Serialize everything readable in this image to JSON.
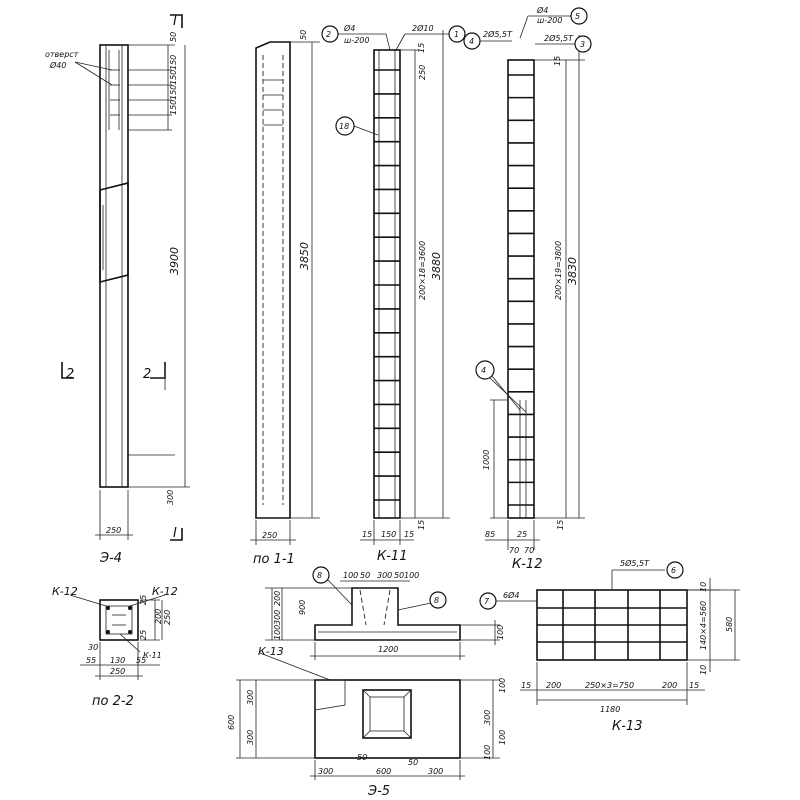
{
  "column_elevation": {
    "label": "Э-4",
    "hole_note": "отверст",
    "hole_size": "Ø40",
    "total_height": "3900",
    "bottom_dim": "300",
    "width": "250",
    "top_dims": [
      "50",
      "150",
      "150",
      "150",
      "150"
    ],
    "section_1": "I",
    "section_2": "2"
  },
  "section_1_1": {
    "label": "по 1-1",
    "height": "3850",
    "top": "50",
    "width": "250"
  },
  "cage_k11": {
    "label": "К-11",
    "callout_2": "2",
    "callout_2_text": "Ø4",
    "callout_2_sub": "ш-200",
    "callout_1": "1",
    "callout_1_text": "2Ø10",
    "callout_18": "18",
    "pitch": "200×18=3600",
    "height": "3880",
    "top": "250",
    "dim_15": "15",
    "width_dims": [
      "15",
      "150",
      "15"
    ]
  },
  "cage_k12": {
    "label": "К-12",
    "callout_5": "5",
    "callout_5_text": "Ø4",
    "callout_5_sub": "ш-200",
    "callout_4": "4",
    "callout_4_text": "2Ø5,5Т",
    "callout_3": "3",
    "callout_3_text": "2Ø5,5Т",
    "pitch": "200×19=3800",
    "height": "3830",
    "lower": "1000",
    "dim_15": "15",
    "width_dims": [
      "85",
      "25",
      "70",
      "70"
    ]
  },
  "section_2_2": {
    "label": "по 2-2",
    "k12_left": "К-12",
    "k12_right": "К-12",
    "k11": "К-11",
    "dims_right": [
      "25",
      "25",
      "200",
      "250"
    ],
    "dim_30": "30",
    "bottom_dims": [
      "55",
      "130",
      "55"
    ],
    "width": "250"
  },
  "footing_e5": {
    "label": "Э-5",
    "k13": "К-13",
    "callout_8a": "8",
    "callout_8b": "8",
    "top_dims": [
      "100",
      "50",
      "300",
      "50",
      "100"
    ],
    "height_left": "900",
    "height_parts": [
      "200",
      "300",
      "100"
    ],
    "base_right": "100",
    "length": "1200",
    "plan_600": "600",
    "plan_300a": "300",
    "plan_300b": "300",
    "plan_right": [
      "100",
      "300",
      "100",
      "100"
    ],
    "plan_bottom": [
      "300",
      "600",
      "300"
    ],
    "plan_50": [
      "50",
      "50"
    ]
  },
  "mesh_k13": {
    "label": "К-13",
    "callout_6": "6",
    "callout_6_text": "5Ø5,5Т",
    "callout_7": "7",
    "callout_7_text": "6Ø4",
    "right_dims": [
      "10",
      "140×4=560",
      "10"
    ],
    "height": "580",
    "bottom_dims": [
      "15",
      "200",
      "250×3=750",
      "200",
      "15"
    ],
    "width": "1180"
  }
}
